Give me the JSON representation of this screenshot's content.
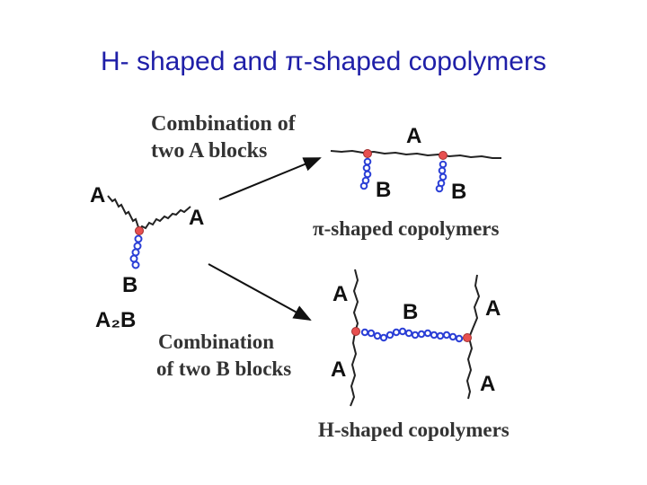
{
  "title": {
    "prefix": "H- shaped and ",
    "pi": "π",
    "suffix": "-shaped copolymers"
  },
  "labels": {
    "combo_a_line1": "Combination of",
    "combo_a_line2": "two A blocks",
    "combo_b_line1": "Combination",
    "combo_b_line2": "of two B blocks",
    "pi_shaped": "π-shaped copolymers",
    "h_shaped": "H-shaped copolymers",
    "a2b": "A₂B"
  },
  "blocks": {
    "a": "A",
    "b": "B"
  },
  "colors": {
    "title": "#1f1fa8",
    "bead": "#2b3fd6",
    "junction": "#e85050",
    "chain": "#222222"
  }
}
